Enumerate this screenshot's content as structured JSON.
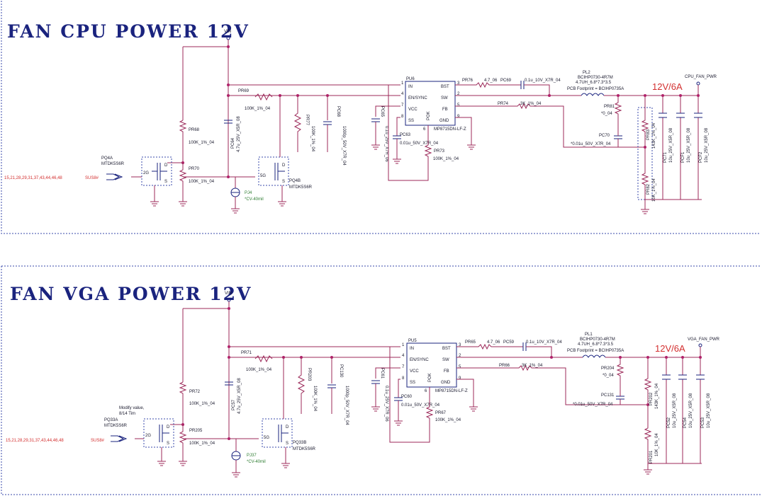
{
  "cpu": {
    "title": "FAN CPU POWER 12V",
    "vin": "VIN",
    "chip": {
      "ref": "PU6",
      "part": "MP8715DN-LF-Z",
      "pins_left": [
        "IN",
        "EN/SYNC",
        "VCC",
        "SS"
      ],
      "nums_left": [
        "1",
        "4",
        "7",
        "8"
      ],
      "pins_right": [
        "BST",
        "SW",
        "FB",
        "GND"
      ],
      "nums_right": [
        "3",
        "2",
        "5",
        "9"
      ],
      "pok": "POK",
      "pok_num": "6"
    },
    "pr76": "PR76",
    "pr76_val": "4.7_06",
    "pc69": "PC69",
    "pc69_val": "0.1u_10V_X7R_04",
    "pl": "PL2",
    "pl_val1": "BCIHP0730-4R7M",
    "pl_val2": "4.7UH_6.8*7.3*3.5",
    "pl_val3": "PCB Footprint = BCIHP0735A",
    "rail": "12V/6A",
    "out": "CPU_FAN_PWR",
    "pr69": "PR69",
    "pr69_val": "100K_1%_04",
    "pr74": "PR74",
    "pr74_val": "3K_1%_04",
    "pr81": "PR81",
    "pr81_val": "*0_04",
    "pc70": "PC70",
    "pc70_val": "*0.01u_50V_X7R_04",
    "pr68": "PR68",
    "pr68_val": "100K_1%_04",
    "pr70": "PR70",
    "pr70_val": "100K_1%_04",
    "pc64": "PC64",
    "pc64_val": "4.7u_25V_X5R_08",
    "pr77": "PR77",
    "pr77_val": "100K_1%_04",
    "pc68": "PC68",
    "pc68_val": "1000p_50V_X7R_04",
    "pc65": "PC65",
    "pc65_val": "0.1u_25V_X7R_06",
    "pc63": "PC63",
    "pc63_val": "0.01u_50V_X7R_04",
    "pr73": "PR73",
    "pr73_val": "100K_1%_04",
    "pr83": "PR83",
    "pr83_val": "143K_1%_04",
    "pr82": "PR82",
    "pr82_val": "10K_1%_04",
    "pc71": "PC71",
    "pc71_val": "10u_25V_X5R_08",
    "pcf1": "PCF1",
    "pcf1_val": "10u_25V_X5R_08",
    "pcf2": "PCF2",
    "pcf2_val": "10u_25V_X5R_08",
    "pq4a": "PQ4A",
    "pq4a_val": "MTDK5S6R",
    "pq4b": "PQ4B",
    "pq4b_val": "MTDK5S6R",
    "pj": "PJ4",
    "pj_val": "*CV-40mil",
    "sheets": "15,21,28,29,31,37,43,44,46,48",
    "sus": "SUS8#"
  },
  "vga": {
    "title": "FAN VGA POWER 12V",
    "vin": "VIN",
    "chip": {
      "ref": "PU5",
      "part": "MP8715DN-LF-Z",
      "pins_left": [
        "IN",
        "EN/SYNC",
        "VCC",
        "SS"
      ],
      "nums_left": [
        "1",
        "4",
        "7",
        "8"
      ],
      "pins_right": [
        "BST",
        "SW",
        "FB",
        "GND"
      ],
      "nums_right": [
        "3",
        "2",
        "5",
        "9"
      ],
      "pok": "POK",
      "pok_num": "6"
    },
    "pr65": "PR65",
    "pr65_val": "4.7_06",
    "pc59": "PC59",
    "pc59_val": "0.1u_10V_X7R_04",
    "pl": "PL1",
    "pl_val1": "BCIHP0730-4R7M",
    "pl_val2": "4.7UH_6.8*7.3*3.5",
    "pl_val3": "PCB Footprint = BCIHP0735A",
    "rail": "12V/6A",
    "out": "VGA_FAN_PWR",
    "pr71": "PR71",
    "pr71_val": "100K_1%_04",
    "pr66": "PR66",
    "pr66_val": "3K_1%_04",
    "pr204": "PR204",
    "pr204_val": "*0_04",
    "pc131": "PC131",
    "pc131_val": "*0.01u_50V_X7R_04",
    "pr72": "PR72",
    "pr72_val": "100K_1%_04",
    "pr205": "PR205",
    "pr205_val": "100K_1%_04",
    "pc57": "PC57",
    "pc57_val": "4.7u_25V_X5R_08",
    "pr203": "PR203",
    "pr203_val": "100K_1%_04",
    "pc130": "PC130",
    "pc130_val": "1000p_50V_X7R_04",
    "pc61": "PC61",
    "pc61_val": "0.1u_25V_X7R_06",
    "pc60": "PC60",
    "pc60_val": "0.01u_50V_X7R_04",
    "pr67": "PR67",
    "pr67_val": "100K_1%_04",
    "pr202": "PR202",
    "pr202_val": "143K_1%_04",
    "pr201": "PR201",
    "pr201_val": "10K_1%_04",
    "pc52": "PC52",
    "pc52_val": "10u_25V_X5R_08",
    "pc54": "PC54",
    "pc54_val": "10u_25V_X5R_08",
    "pc53": "PC53",
    "pc53_val": "10u_25V_X5R_08",
    "pq33a": "PQ33A",
    "pq33a_val": "MTDK5S6R",
    "pq33b": "PQ33B",
    "pq33b_val": "MTDK5S6R",
    "modify1": "Modify value,",
    "modify2": "8/14 Tim",
    "pj": "PJ37",
    "pj_val": "*CV-40mil",
    "sheets": "15,21,28,29,31,37,43,44,46,48",
    "sus": "SUS8#"
  }
}
